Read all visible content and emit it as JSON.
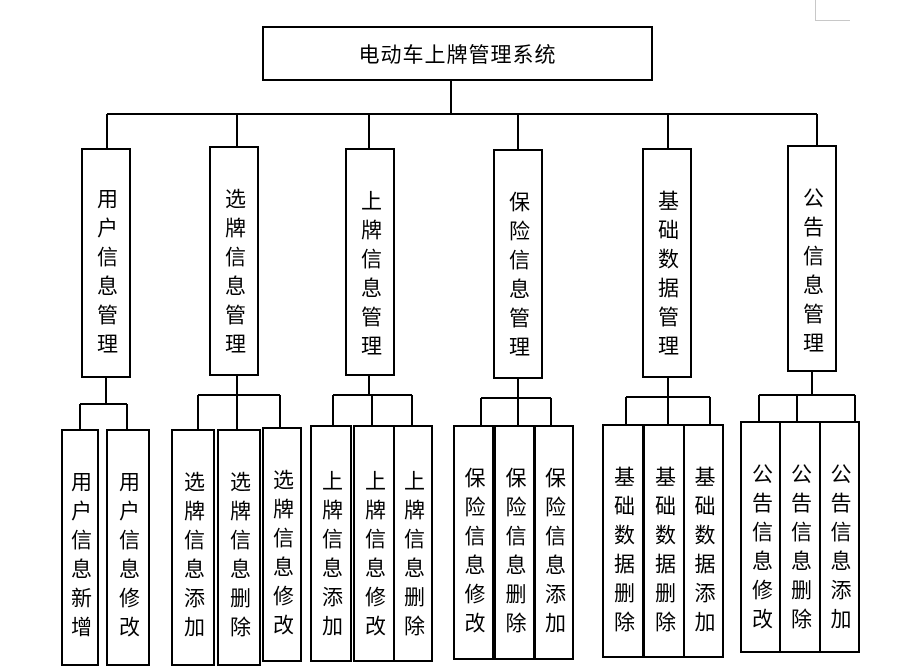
{
  "title": "电动车上牌管理系统",
  "modules": [
    {
      "label": "用户信息管理",
      "children": [
        "用户信息新增",
        "用户信息修改"
      ]
    },
    {
      "label": "选牌信息管理",
      "children": [
        "选牌信息添加",
        "选牌信息删除",
        "选牌信息修改"
      ]
    },
    {
      "label": "上牌信息管理",
      "children": [
        "上牌信息添加",
        "上牌信息修改",
        "上牌信息删除"
      ]
    },
    {
      "label": "保险信息管理",
      "children": [
        "保险信息修改",
        "保险信息删除",
        "保险信息添加"
      ]
    },
    {
      "label": "基础数据管理",
      "children": [
        "基础数据删除",
        "基础数据删除",
        "基础数据添加"
      ]
    },
    {
      "label": "公告信息管理",
      "children": [
        "公告信息修改",
        "公告信息删除",
        "公告信息添加"
      ]
    }
  ]
}
